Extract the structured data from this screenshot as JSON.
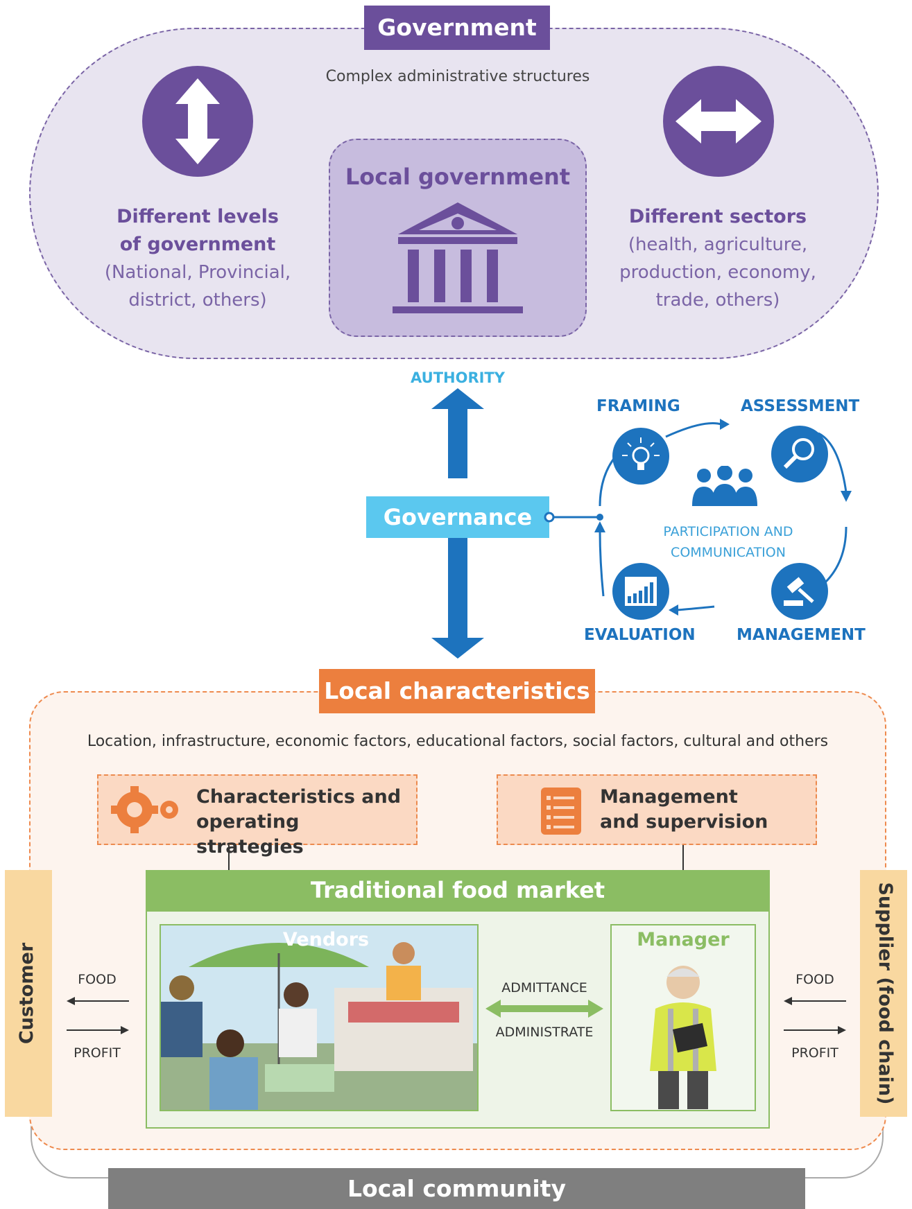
{
  "government": {
    "title": "Government",
    "subtitle": "Complex administrative structures",
    "local_government": "Local government",
    "levels": {
      "title_line1": "Different levels",
      "title_line2": "of government",
      "detail_line1": "(National, Provincial,",
      "detail_line2": "district, others)"
    },
    "sectors": {
      "title": "Different sectors",
      "detail_line1": "(health, agriculture,",
      "detail_line2": "production, economy,",
      "detail_line3": "trade, others)"
    }
  },
  "authority_label": "AUTHORITY",
  "governance_label": "Governance",
  "cycle": {
    "framing": "FRAMING",
    "assessment": "ASSESSMENT",
    "management": "MANAGEMENT",
    "evaluation": "EVALUATION",
    "center_line1": "PARTICIPATION AND",
    "center_line2": "COMMUNICATION"
  },
  "local": {
    "title": "Local characteristics",
    "subtitle": "Location, infrastructure, economic factors, educational factors, social factors, cultural and others",
    "box1_line1": "Characteristics and",
    "box1_line2": "operating strategies",
    "box2_line1": "Management",
    "box2_line2": "and supervision"
  },
  "market": {
    "title": "Traditional food market",
    "vendors": "Vendors",
    "manager": "Manager",
    "admittance": "ADMITTANCE",
    "administrate": "ADMINISTRATE"
  },
  "customer": {
    "label": "Customer",
    "food": "FOOD",
    "profit": "PROFIT"
  },
  "supplier": {
    "label": "Supplier (food chain)",
    "food": "FOOD",
    "profit": "PROFIT"
  },
  "community_label": "Local community",
  "colors": {
    "purple": "#6b4f9b",
    "blue": "#1d73be",
    "light_blue": "#5bc8ef",
    "orange": "#ec7f3e",
    "green": "#8bbd63",
    "grey": "#7f7f7f"
  }
}
